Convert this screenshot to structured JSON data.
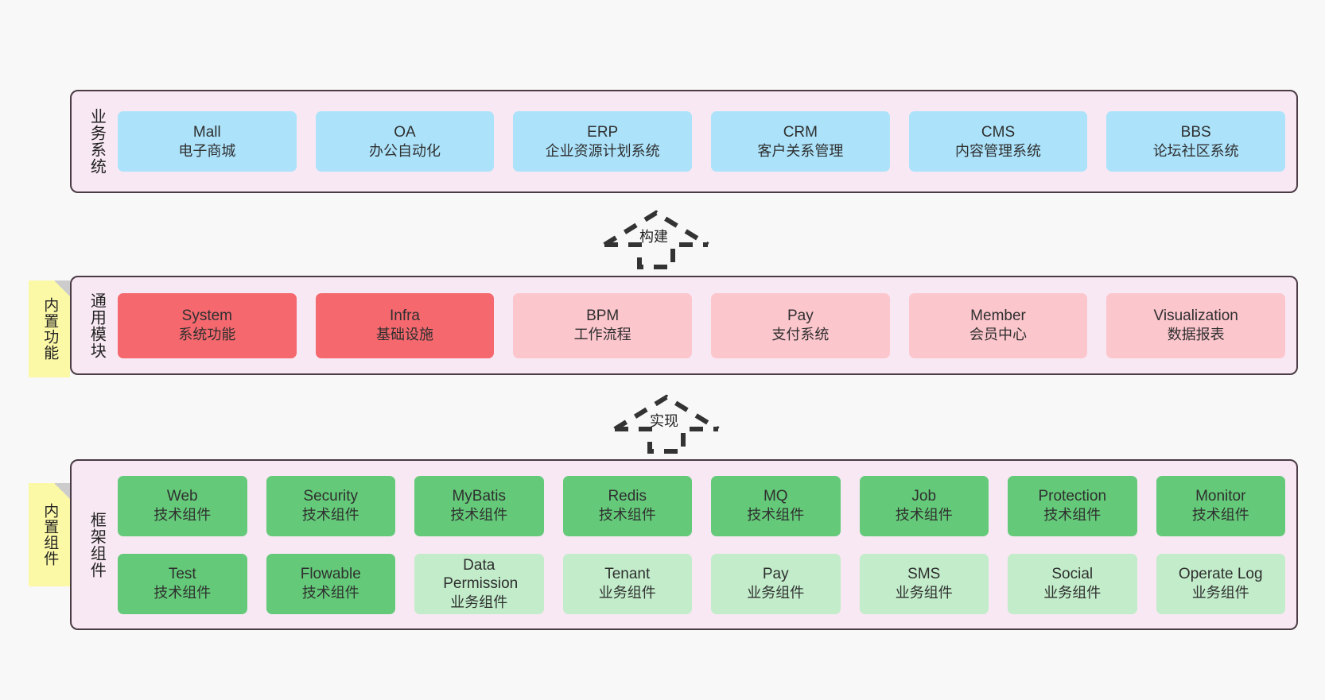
{
  "diagram": {
    "title": "system-architecture-layers",
    "background": "#f8f8f8",
    "panel_fill": "#f8e8f3",
    "panel_border": "#4a3b44",
    "note_fill": "#fbf8a6"
  },
  "layers": [
    {
      "id": "business",
      "title": "业务系统",
      "rows": [
        {
          "cards": [
            {
              "name": "Mall",
              "sub": "电子商城",
              "color": "#ace3fb",
              "kind": "blue"
            },
            {
              "name": "OA",
              "sub": "办公自动化",
              "color": "#ace3fb",
              "kind": "blue"
            },
            {
              "name": "ERP",
              "sub": "企业资源计划系统",
              "color": "#ace3fb",
              "kind": "blue"
            },
            {
              "name": "CRM",
              "sub": "客户关系管理",
              "color": "#ace3fb",
              "kind": "blue"
            },
            {
              "name": "CMS",
              "sub": "内容管理系统",
              "color": "#ace3fb",
              "kind": "blue"
            },
            {
              "name": "BBS",
              "sub": "论坛社区系统",
              "color": "#ace3fb",
              "kind": "blue"
            }
          ]
        }
      ]
    },
    {
      "id": "common-modules",
      "title": "通用模块",
      "note": "内置功能",
      "rows": [
        {
          "cards": [
            {
              "name": "System",
              "sub": "系统功能",
              "color": "#f4686e",
              "kind": "red"
            },
            {
              "name": "Infra",
              "sub": "基础设施",
              "color": "#f4686e",
              "kind": "red"
            },
            {
              "name": "BPM",
              "sub": "工作流程",
              "color": "#fcc6cd",
              "kind": "pink"
            },
            {
              "name": "Pay",
              "sub": "支付系统",
              "color": "#fcc6cd",
              "kind": "pink"
            },
            {
              "name": "Member",
              "sub": "会员中心",
              "color": "#fcc6cd",
              "kind": "pink"
            },
            {
              "name": "Visualization",
              "sub": "数据报表",
              "color": "#fcc6cd",
              "kind": "pink"
            }
          ]
        }
      ]
    },
    {
      "id": "framework-components",
      "title": "框架组件",
      "note": "内置组件",
      "rows": [
        {
          "cards": [
            {
              "name": "Web",
              "sub": "技术组件",
              "color": "#64ca79",
              "kind": "green"
            },
            {
              "name": "Security",
              "sub": "技术组件",
              "color": "#64ca79",
              "kind": "green"
            },
            {
              "name": "MyBatis",
              "sub": "技术组件",
              "color": "#64ca79",
              "kind": "green"
            },
            {
              "name": "Redis",
              "sub": "技术组件",
              "color": "#64ca79",
              "kind": "green"
            },
            {
              "name": "MQ",
              "sub": "技术组件",
              "color": "#64ca79",
              "kind": "green"
            },
            {
              "name": "Job",
              "sub": "技术组件",
              "color": "#64ca79",
              "kind": "green"
            },
            {
              "name": "Protection",
              "sub": "技术组件",
              "color": "#64ca79",
              "kind": "green"
            },
            {
              "name": "Monitor",
              "sub": "技术组件",
              "color": "#64ca79",
              "kind": "green"
            }
          ]
        },
        {
          "cards": [
            {
              "name": "Test",
              "sub": "技术组件",
              "color": "#64ca79",
              "kind": "green"
            },
            {
              "name": "Flowable",
              "sub": "技术组件",
              "color": "#64ca79",
              "kind": "green"
            },
            {
              "name": "Data Permission",
              "sub": "业务组件",
              "color": "#c2ecca",
              "kind": "lightgreen"
            },
            {
              "name": "Tenant",
              "sub": "业务组件",
              "color": "#c2ecca",
              "kind": "lightgreen"
            },
            {
              "name": "Pay",
              "sub": "业务组件",
              "color": "#c2ecca",
              "kind": "lightgreen"
            },
            {
              "name": "SMS",
              "sub": "业务组件",
              "color": "#c2ecca",
              "kind": "lightgreen"
            },
            {
              "name": "Social",
              "sub": "业务组件",
              "color": "#c2ecca",
              "kind": "lightgreen"
            },
            {
              "name": "Operate Log",
              "sub": "业务组件",
              "color": "#c2ecca",
              "kind": "lightgreen"
            }
          ]
        }
      ]
    }
  ],
  "connectors": [
    {
      "id": "build",
      "label": "构建",
      "from": "common-modules",
      "to": "business"
    },
    {
      "id": "implement",
      "label": "实现",
      "from": "framework-components",
      "to": "common-modules"
    }
  ]
}
